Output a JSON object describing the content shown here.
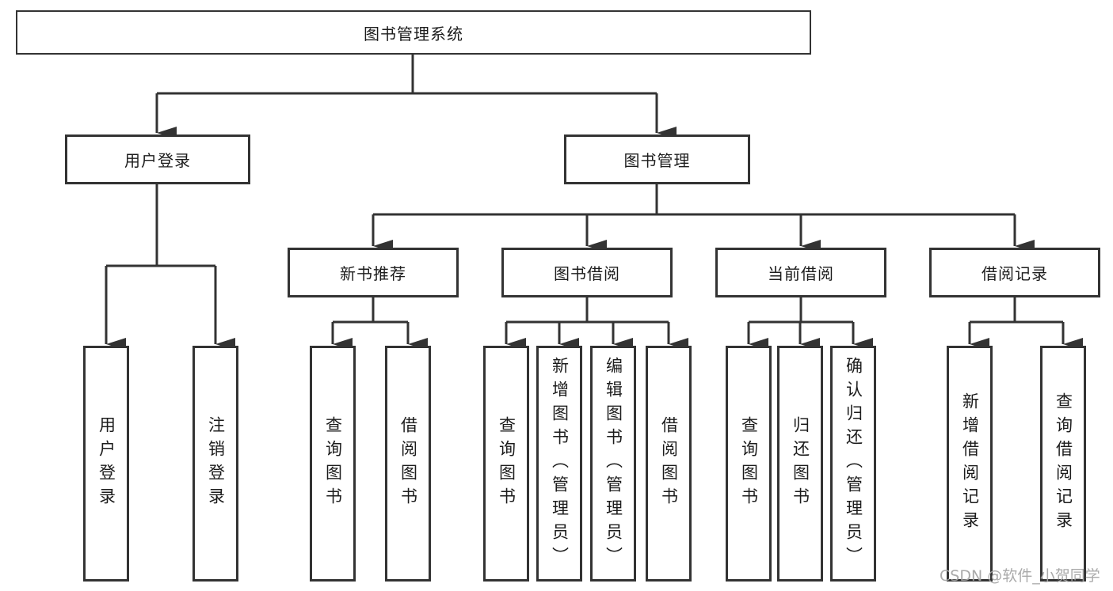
{
  "colors": {
    "line": "#333333",
    "box_border": "#333333",
    "text": "#1c1c1c",
    "background": "#ffffff",
    "watermark": "#a5a5a5"
  },
  "watermark": {
    "text": "CSDN @软件_小贺同学"
  },
  "tree": {
    "root": {
      "label": "图书管理系统",
      "children": [
        {
          "label": "用户登录",
          "children": [
            {
              "label": "用户登录"
            },
            {
              "label": "注销登录"
            }
          ]
        },
        {
          "label": "图书管理",
          "children": [
            {
              "label": "新书推荐",
              "children": [
                {
                  "label": "查询图书"
                },
                {
                  "label": "借阅图书"
                }
              ]
            },
            {
              "label": "图书借阅",
              "children": [
                {
                  "label": "查询图书"
                },
                {
                  "label": "新增图书（管理员）"
                },
                {
                  "label": "编辑图书（管理员）"
                },
                {
                  "label": "借阅图书"
                }
              ]
            },
            {
              "label": "当前借阅",
              "children": [
                {
                  "label": "查询图书"
                },
                {
                  "label": "归还图书"
                },
                {
                  "label": "确认归还（管理员）"
                }
              ]
            },
            {
              "label": "借阅记录",
              "children": [
                {
                  "label": "新增借阅记录"
                },
                {
                  "label": "查询借阅记录"
                }
              ]
            }
          ]
        }
      ]
    }
  }
}
